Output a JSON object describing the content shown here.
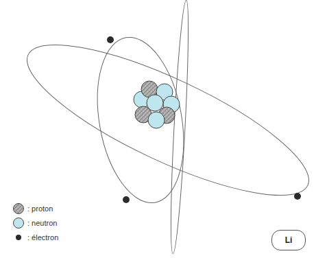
{
  "diagram": {
    "nodes": [
      {
        "text": [
          "Li"
        ]
      }
    ],
    "legend": [
      {
        "text": ": proton"
      },
      {
        "text": ": neutron",
        "color": "#bfe6ee"
      },
      {
        "text": ": électron",
        "color": "#2b2b2b"
      }
    ]
  }
}
